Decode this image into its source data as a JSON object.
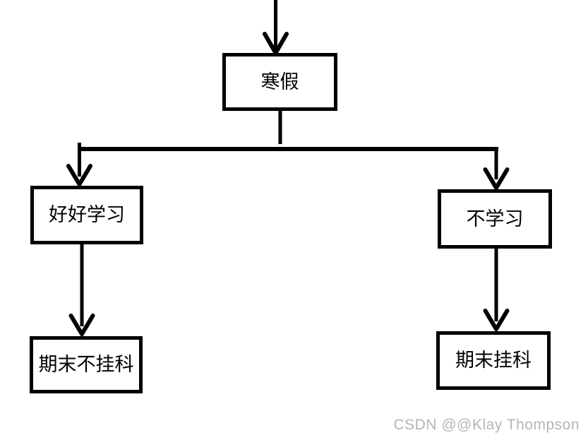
{
  "diagram": {
    "background": "#ffffff",
    "stroke_color": "#000000",
    "nodes": {
      "root": {
        "label": "寒假"
      },
      "study_hard": {
        "label": "好好学习"
      },
      "no_study": {
        "label": "不学习"
      },
      "pass": {
        "label": "期末不挂科"
      },
      "fail": {
        "label": "期末挂科"
      }
    },
    "edges": [
      {
        "from": "top-offscreen",
        "to": "root"
      },
      {
        "from": "root",
        "to": "study_hard"
      },
      {
        "from": "root",
        "to": "no_study"
      },
      {
        "from": "study_hard",
        "to": "pass"
      },
      {
        "from": "no_study",
        "to": "fail"
      }
    ]
  },
  "watermark": {
    "text": "CSDN @@Klay Thompson",
    "color": "#b5b5b5"
  }
}
